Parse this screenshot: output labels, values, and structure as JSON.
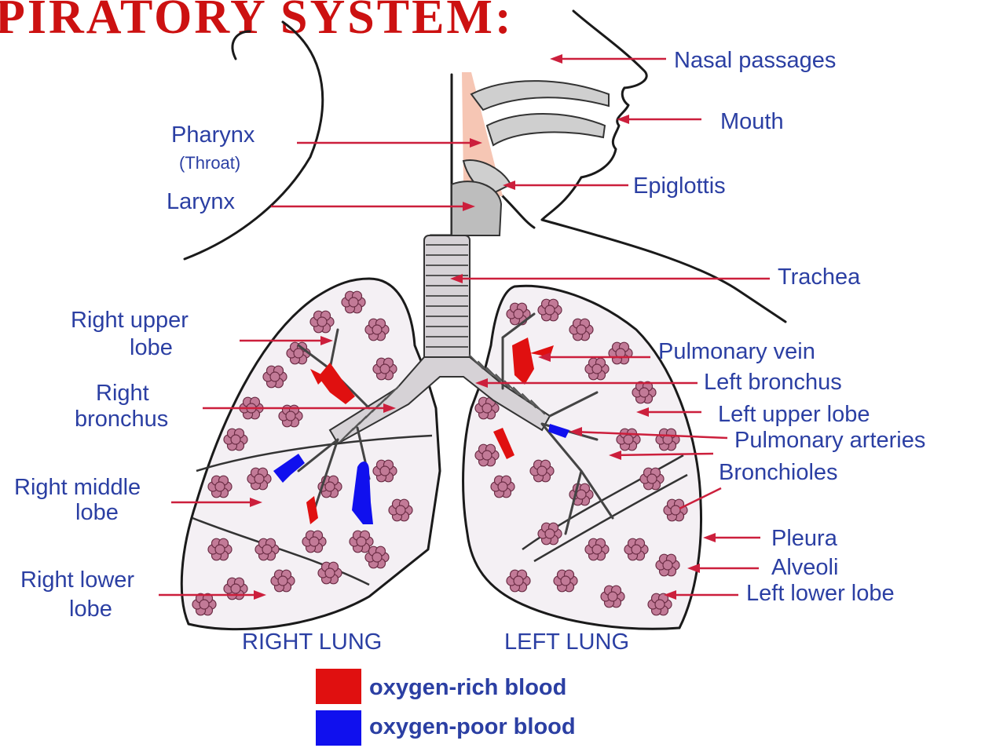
{
  "title": "PIRATORY SYSTEM:",
  "labels": {
    "nasal_passages": "Nasal passages",
    "mouth": "Mouth",
    "pharynx": "Pharynx",
    "throat": "(Throat)",
    "epiglottis": "Epiglottis",
    "larynx": "Larynx",
    "trachea": "Trachea",
    "right_upper_lobe_1": "Right upper",
    "right_upper_lobe_2": "lobe",
    "right_bronchus_1": "Right",
    "right_bronchus_2": "bronchus",
    "right_middle_lobe_1": "Right middle",
    "right_middle_lobe_2": "lobe",
    "right_lower_lobe_1": "Right lower",
    "right_lower_lobe_2": "lobe",
    "pulmonary_vein": "Pulmonary vein",
    "left_bronchus": "Left bronchus",
    "left_upper_lobe": "Left upper lobe",
    "pulmonary_arteries": "Pulmonary arteries",
    "bronchioles": "Bronchioles",
    "pleura": "Pleura",
    "alveoli": "Alveoli",
    "left_lower_lobe": "Left lower lobe"
  },
  "lung_titles": {
    "right": "RIGHT LUNG",
    "left": "LEFT LUNG"
  },
  "legend": [
    {
      "label": "oxygen-rich blood",
      "color": "#e01010"
    },
    {
      "label": "oxygen-poor blood",
      "color": "#1010ee"
    }
  ],
  "colors": {
    "label_text": "#2b3fa3",
    "leader_line": "#cc1f3c",
    "title": "#cc1111",
    "oxygen_rich": "#e01010",
    "oxygen_poor": "#1010ee",
    "pharynx_fill": "#f6c6b4"
  }
}
